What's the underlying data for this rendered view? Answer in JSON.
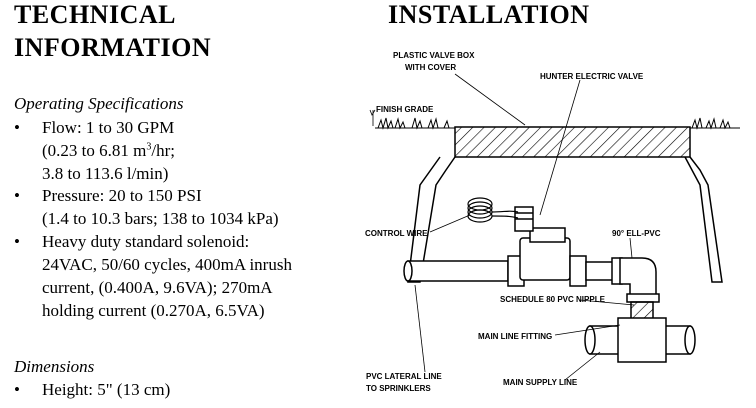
{
  "left": {
    "title_line1": "TECHNICAL",
    "title_line2": "INFORMATION",
    "op_spec_heading": "Operating Specifications",
    "flow_1": "Flow: 1 to 30 GPM",
    "flow_2a": "(0.23 to 6.81 m",
    "flow_2sup": "3",
    "flow_2b": "/hr;",
    "flow_3": "3.8 to 113.6 l/min)",
    "pressure_1": "Pressure: 20 to 150 PSI",
    "pressure_2": "(1.4 to 10.3 bars; 138 to 1034 kPa)",
    "solenoid_1": "Heavy duty standard solenoid:",
    "solenoid_2": "24VAC, 50/60 cycles, 400mA inrush",
    "solenoid_3": "current, (0.400A, 9.6VA); 270mA",
    "solenoid_4": "holding current (0.270A, 6.5VA)",
    "dim_heading": "Dimensions",
    "height": "Height: 5\" (13 cm)",
    "bullet": "•"
  },
  "right": {
    "title": "INSTALLATION",
    "labels": {
      "valve_box_1": "PLASTIC VALVE BOX",
      "valve_box_2": "WITH COVER",
      "electric_valve": "HUNTER ELECTRIC VALVE",
      "finish_grade": "FINISH GRADE",
      "control_wire": "CONTROL WIRE",
      "ell": "90° ELL-PVC",
      "nipple": "SCHEDULE 80 PVC NIPPLE",
      "main_fitting": "MAIN LINE FITTING",
      "lateral_1": "PVC LATERAL LINE",
      "lateral_2": "TO SPRINKLERS",
      "main_supply": "MAIN SUPPLY LINE"
    }
  }
}
